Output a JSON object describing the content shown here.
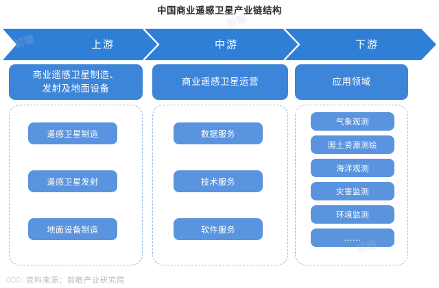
{
  "title": "中国商业遥感卫星产业链结构",
  "band": {
    "segments": [
      {
        "label": "上游"
      },
      {
        "label": "中游"
      },
      {
        "label": "下游"
      }
    ],
    "color": "#2f7fd6"
  },
  "columns": [
    {
      "head_line1": "商业遥感卫星制造、",
      "head_line2": "发射及地面设备",
      "items": [
        {
          "label": "遥感卫星制造"
        },
        {
          "label": "遥感卫星发射"
        },
        {
          "label": "地面设备制造"
        }
      ]
    },
    {
      "head_line1": "商业遥感卫星运营",
      "head_line2": "",
      "items": [
        {
          "label": "数据服务"
        },
        {
          "label": "技术服务"
        },
        {
          "label": "软件服务"
        }
      ]
    },
    {
      "head_line1": "应用领域",
      "head_line2": "",
      "items": [
        {
          "label": "气象观测"
        },
        {
          "label": "国土资源测绘"
        },
        {
          "label": "海洋观测"
        },
        {
          "label": "灾害监测"
        },
        {
          "label": "环境监测"
        },
        {
          "label": "……"
        }
      ]
    }
  ],
  "footer": {
    "source": "资料来源：前瞻产业研究院"
  },
  "colors": {
    "band": "#2f7fd6",
    "head_box": "#3d85d8",
    "chip": "#5b94de",
    "dashed_border": "#9ab9e0",
    "title_text": "#2b2b2b",
    "footer_text": "#b9b9b9"
  }
}
